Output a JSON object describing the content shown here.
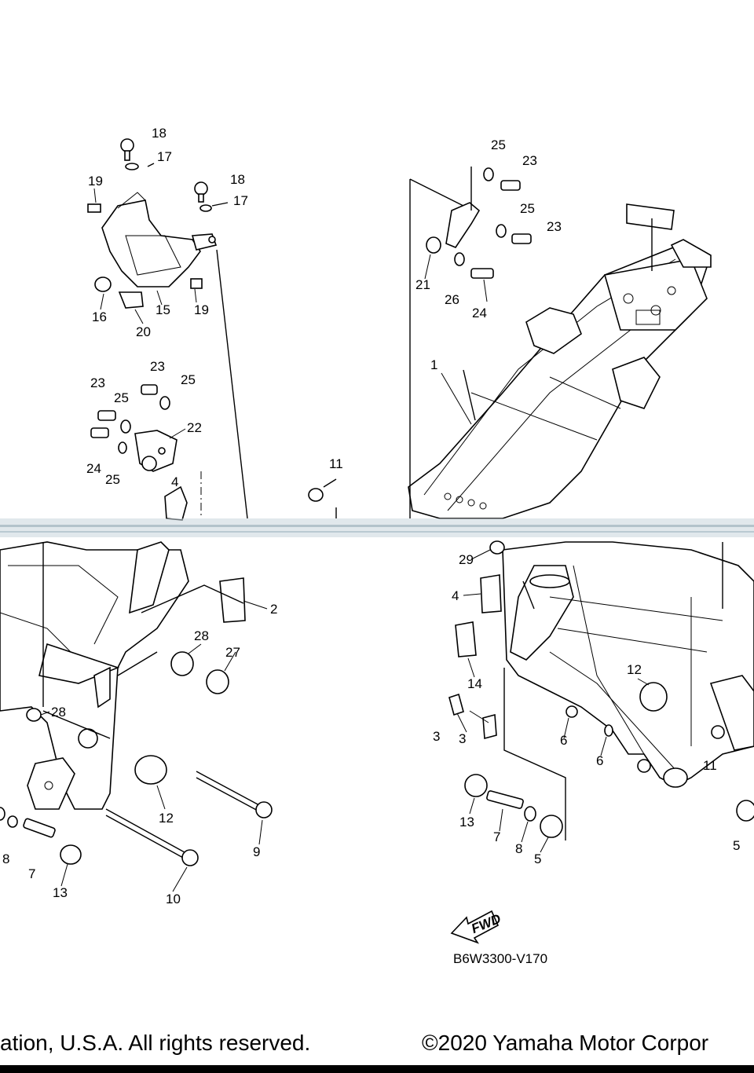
{
  "diagram": {
    "code": "B6W3300-V170",
    "fwd_label": "FWD",
    "callouts": [
      "1",
      "2",
      "3",
      "3",
      "4",
      "4",
      "5",
      "5",
      "6",
      "6",
      "7",
      "7",
      "8",
      "8",
      "9",
      "10",
      "11",
      "11",
      "12",
      "12",
      "13",
      "13",
      "14",
      "15",
      "16",
      "17",
      "17",
      "18",
      "18",
      "19",
      "19",
      "20",
      "21",
      "22",
      "23",
      "23",
      "23",
      "23",
      "24",
      "24",
      "25",
      "25",
      "25",
      "25",
      "25",
      "26",
      "27",
      "28",
      "28",
      "29"
    ]
  },
  "footer": {
    "left_text": "ation, U.S.A. All rights reserved.",
    "right_text": "©2020 Yamaha Motor Corpor"
  }
}
